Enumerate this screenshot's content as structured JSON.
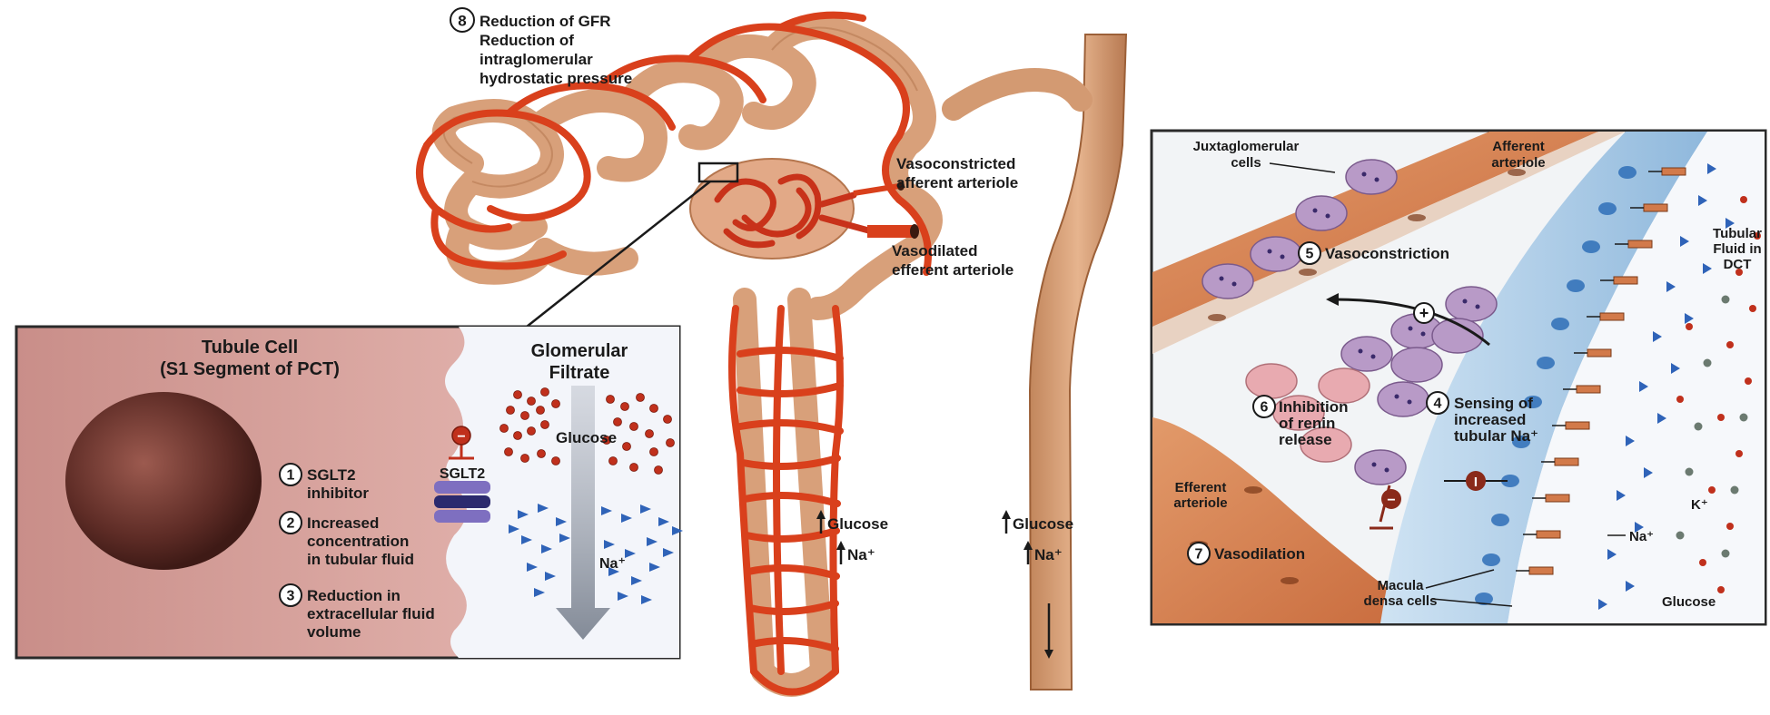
{
  "steps": {
    "s1": {
      "num": "1",
      "line1": "SGLT2",
      "line2": "inhibitor"
    },
    "s2": {
      "num": "2",
      "line1": "Increased",
      "line2": "concentration",
      "line3": "in tubular fluid"
    },
    "s3": {
      "num": "3",
      "line1": "Reduction in",
      "line2": "extracellular fluid",
      "line3": "volume"
    },
    "s4": {
      "num": "4",
      "line1": "Sensing of",
      "line2": "increased",
      "line3": "tubular Na⁺"
    },
    "s5": {
      "num": "5",
      "line1": "Vasoconstriction"
    },
    "s6": {
      "num": "6",
      "line1": "Inhibition",
      "line2": "of renin",
      "line3": "release"
    },
    "s7": {
      "num": "7",
      "line1": "Vasodilation"
    },
    "s8": {
      "num": "8",
      "line1": "Reduction of GFR",
      "line2": "Reduction of",
      "line3": "intraglomerular",
      "line4": "hydrostatic pressure"
    }
  },
  "nephron": {
    "afferent_line1": "Vasoconstricted",
    "afferent_line2": "afferent arteriole",
    "efferent_line1": "Vasodilated",
    "efferent_line2": "efferent arteriole",
    "loop_glucose": "Glucose",
    "loop_na": "Na⁺",
    "duct_glucose": "Glucose",
    "duct_na": "Na⁺"
  },
  "left_panel": {
    "tubule_title_1": "Tubule Cell",
    "tubule_title_2": "(S1 Segment of PCT)",
    "filtrate_title_1": "Glomerular",
    "filtrate_title_2": "Filtrate",
    "glucose": "Glucose",
    "sglt2": "SGLT2",
    "na": "Na⁺",
    "minus": "−"
  },
  "right_panel": {
    "juxta_1": "Juxtaglomerular",
    "juxta_2": "cells",
    "afferent_1": "Afferent",
    "afferent_2": "arteriole",
    "tubular_1": "Tubular",
    "tubular_2": "Fluid in",
    "tubular_3": "DCT",
    "efferent_1": "Efferent",
    "efferent_2": "arteriole",
    "macula_1": "Macula",
    "macula_2": "densa cells",
    "na": "Na⁺",
    "k": "K⁺",
    "glucose": "Glucose",
    "plus": "+",
    "minus": "−",
    "i_mark": "I"
  },
  "colors": {
    "vessel_red": "#d9401c",
    "vessel_dark": "#a82a10",
    "tubule_tan": "#d8a07a",
    "tubule_dark": "#b5764e",
    "cell_pink": "#e6b1ad",
    "cell_nucleus": "#6b3530",
    "filtrate_bg": "#f3f5fa",
    "na_blue": "#2f63b8",
    "glucose_red": "#c0301c",
    "juxta_purple": "#b89ac7",
    "macula_blue": "#a9cbe6",
    "arteriole_orange": "#d27a4a",
    "sglt2_purple": "#7e6fc0"
  }
}
